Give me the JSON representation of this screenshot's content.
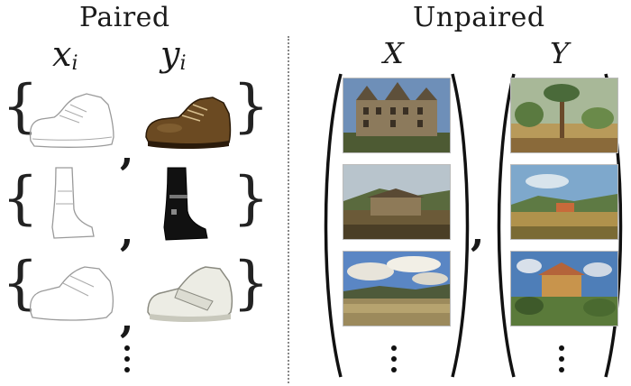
{
  "paired": {
    "title": "Paired",
    "x_label": "x",
    "x_sub": "i",
    "y_label": "y",
    "y_sub": "i",
    "rows": [
      {
        "x_item": "shoe-sketch-icon",
        "y_item": "brown-oxford-shoe-icon"
      },
      {
        "x_item": "boot-sketch-icon",
        "y_item": "black-boot-icon"
      },
      {
        "x_item": "sneaker-sketch-icon",
        "y_item": "white-velcro-sneaker-icon"
      }
    ]
  },
  "unpaired": {
    "title": "Unpaired",
    "x_label": "X",
    "y_label": "Y",
    "x_images": [
      "castle-photo",
      "farmhouse-photo",
      "lake-clouds-photo"
    ],
    "y_images": [
      "tree-painting",
      "countryside-painting",
      "house-painting"
    ]
  }
}
